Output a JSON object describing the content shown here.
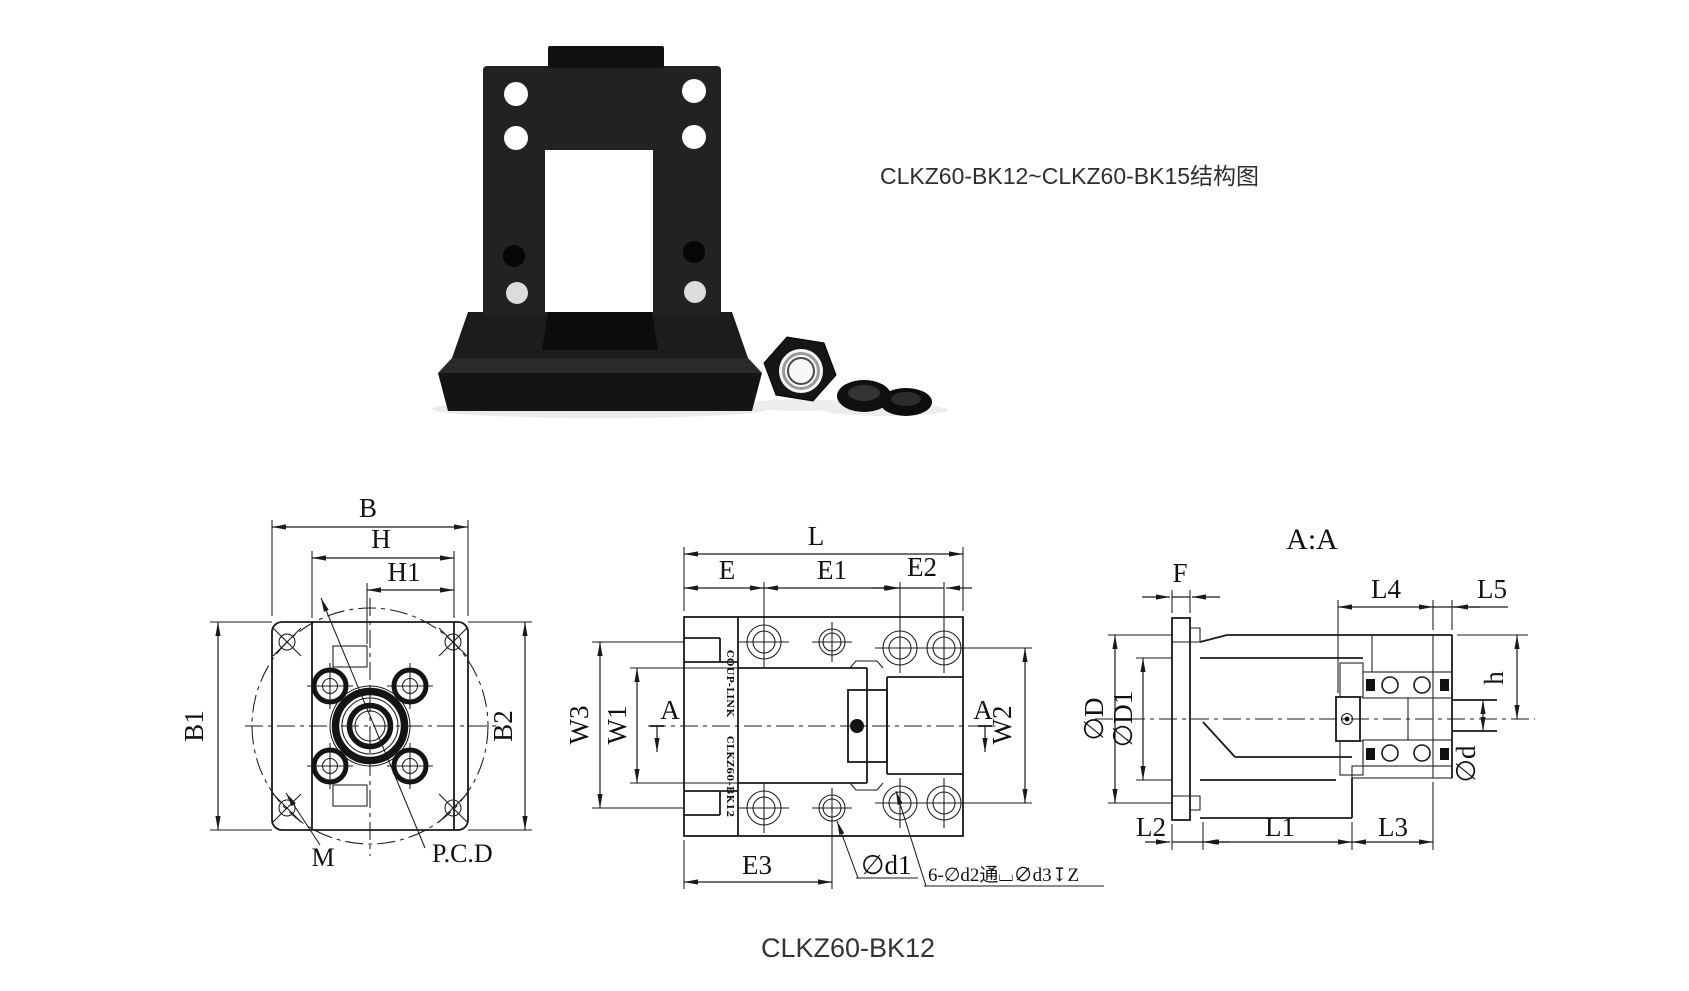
{
  "page": {
    "title": "CLKZ60-BK12~CLKZ60-BK15结构图",
    "model_label": "CLKZ60-BK12",
    "line_color": "#1a1a1a",
    "background": "#ffffff"
  },
  "front_view": {
    "dim_B": "B",
    "dim_H": "H",
    "dim_H1": "H1",
    "dim_B1": "B1",
    "dim_B2": "B2",
    "label_M": "M",
    "label_PCD": "P.C.D"
  },
  "plan_view": {
    "dim_L": "L",
    "dim_E": "E",
    "dim_E1": "E1",
    "dim_E2": "E2",
    "dim_W1": "W1",
    "dim_W2": "W2",
    "dim_W3": "W3",
    "dim_E3": "E3",
    "section_letter_left": "A",
    "section_letter_right": "A",
    "callout_d1": "∅d1",
    "callout_holes": "6-∅d2通⌴∅d3↧Z",
    "engraving_line1": "COUP-LINK",
    "engraving_line2": "CLKZ60-BK12"
  },
  "section_view": {
    "title": "A:A",
    "dim_F": "F",
    "dim_L1": "L1",
    "dim_L2": "L2",
    "dim_L3": "L3",
    "dim_L4": "L4",
    "dim_L5": "L5",
    "dim_D": "∅D",
    "dim_D1": "∅D1",
    "dim_d": "∅d",
    "dim_h": "h"
  }
}
